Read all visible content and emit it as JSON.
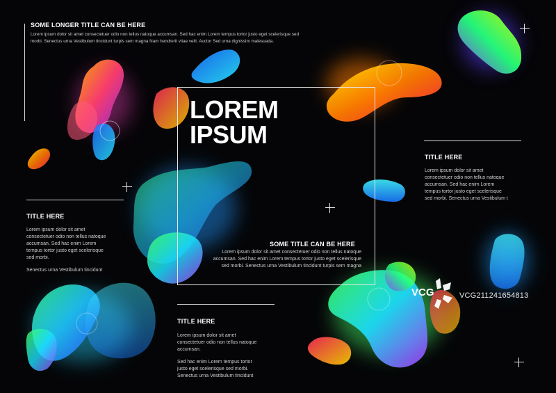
{
  "top": {
    "title": "SOME LONGER TITLE CAN BE HERE",
    "body": [
      "Lorem ipsum dolor sit amet consectetuer odio non tellus natoque accumsan. Sed hac enim Lorem tempus tortor justo eget scelerisque sed",
      "morbi. Senectus urna Vestibulum tincidunt turpis sem magna Nam hendrerit vitae velit. Auctor Sed urna dignissim malesuada."
    ]
  },
  "center": {
    "title_line1": "LOREM",
    "title_line2": "IPSUM"
  },
  "right_block": {
    "title": "TITLE HERE",
    "body": [
      "Lorem ipsum dolor sit amet",
      "consectetuer odio non tellus natoque",
      "accumsan. Sed hac enim Lorem",
      "tempus tortor justo eget scelerisque",
      "sed morbi. Senectus urna Vestibulum t"
    ]
  },
  "left_block": {
    "title": "TITLE HERE",
    "body": [
      "Lorem ipsum dolor sit amet",
      "consectetuer odio non tellus natoque",
      "accumsan. Sed hac enim Lorem",
      "tempus tortor justo eget scelerisque",
      "sed morbi."
    ],
    "body2": "Senectus urna Vestibulum tincidunt"
  },
  "middle_block": {
    "title": "SOME TITLE CAN BE HERE",
    "body": [
      "Lorem ipsum dolor sit amet consectetuer odio non tellus natoque",
      "accumsan. Sed hac enim Lorem tempus tortor justo eget scelerisque",
      "sed morbi. Senectus urna Vestibulum tincidunt turpis sem magna"
    ]
  },
  "bottom_block": {
    "title": "TITLE HERE",
    "body": [
      "Lorem ipsum dolor sit amet",
      "consectetuer odio non tellus natoque",
      "accumsan."
    ],
    "body2": [
      "Sed hac enim Lorem tempus tortor",
      "justo eget scelerisque sed morbi.",
      "Senectus urna Vestibulum tincidunt"
    ]
  },
  "watermark": {
    "brand": "VCG",
    "code": "VCG211241654813"
  }
}
